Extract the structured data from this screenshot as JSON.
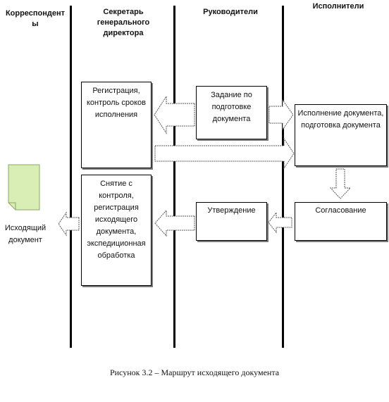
{
  "lanes": {
    "correspondents": "Корреспондент\nы",
    "secretary": "Секретарь\nгенерального\nдиректора",
    "managers": "Руководители",
    "executors": "Исполнители"
  },
  "boxes": {
    "registration": "Регистрация,\nконтроль сроков\nисполнения",
    "task": "Задание по\nподготовке\nдокумента",
    "execution": "Исполнение документа,\nподготовка документа",
    "removal": "Снятие с\nконтроля,\nрегистрация\nисходящего\nдокумента,\nэкспедиционная\nобработка",
    "approval": "Утверждение",
    "agreement": "Согласование"
  },
  "outgoing_doc_label": "Исходящий\nдокумент",
  "caption": "Рисунок 3.2 – Маршрут  исходящего  документа",
  "colors": {
    "doc_fill": "#d8eeb4",
    "doc_stroke": "#8aa860",
    "shadow": "#7a7a7a"
  }
}
